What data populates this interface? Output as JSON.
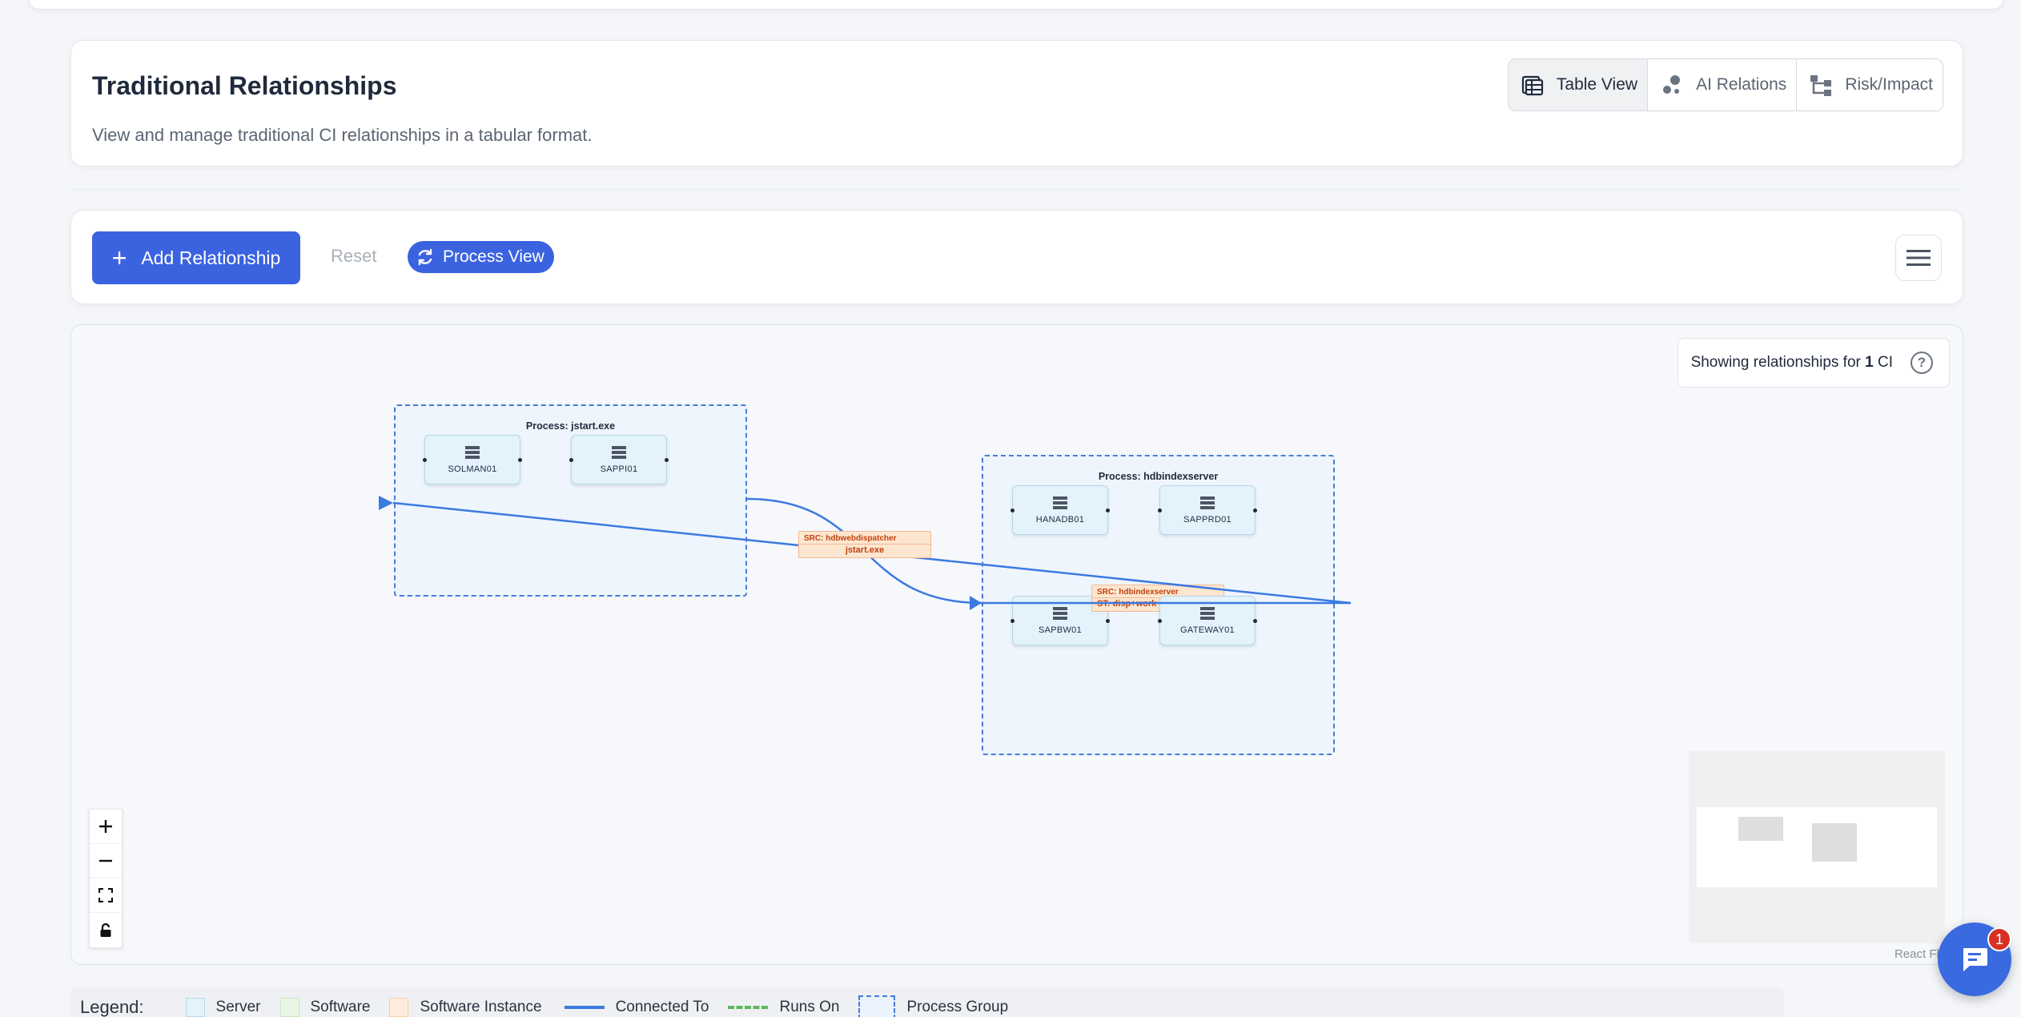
{
  "header": {
    "title": "Traditional Relationships",
    "description": "View and manage traditional CI relationships in a tabular format.",
    "views": [
      {
        "label": "Table View",
        "icon": "table-icon",
        "active": true
      },
      {
        "label": "AI Relations",
        "icon": "ai-nodes-icon",
        "active": false
      },
      {
        "label": "Risk/Impact",
        "icon": "hierarchy-icon",
        "active": false
      }
    ]
  },
  "toolbar": {
    "add_label": "Add Relationship",
    "reset_label": "Reset",
    "process_view_label": "Process View"
  },
  "flow": {
    "ci_info": {
      "prefix": "Showing relationships for",
      "count": "1",
      "suffix": "CI"
    },
    "groups": [
      {
        "title": "Process: jstart.exe",
        "nodes": [
          "SOLMAN01",
          "SAPPI01"
        ]
      },
      {
        "title": "Process: hdbindexserver",
        "nodes": [
          "HANADB01",
          "SAPPRD01",
          "SAPBW01",
          "GATEWAY01"
        ]
      }
    ],
    "edge_labels": [
      {
        "src": "SRC: hdbwebdispatcher",
        "dst": "jstart.exe"
      },
      {
        "src": "SRC: hdbindexserver",
        "dst": "ST: disp+work"
      }
    ],
    "attribution": "React Flow"
  },
  "legend": {
    "title": "Legend:",
    "items": [
      {
        "label": "Server",
        "color": "#e3f2fb"
      },
      {
        "label": "Software",
        "color": "#eaf6e4"
      },
      {
        "label": "Software Instance",
        "color": "#fdecdc"
      },
      {
        "label": "Connected To",
        "color": "#3b7ae0"
      },
      {
        "label": "Runs On",
        "color": "#5cb85c"
      },
      {
        "label": "Process Group",
        "color": "#4a7bd8"
      }
    ]
  },
  "chat": {
    "badge_count": "1"
  },
  "colors": {
    "accent": "#3b63e0",
    "edge": "#3b7ae0",
    "group_border": "#4a7bd8"
  }
}
